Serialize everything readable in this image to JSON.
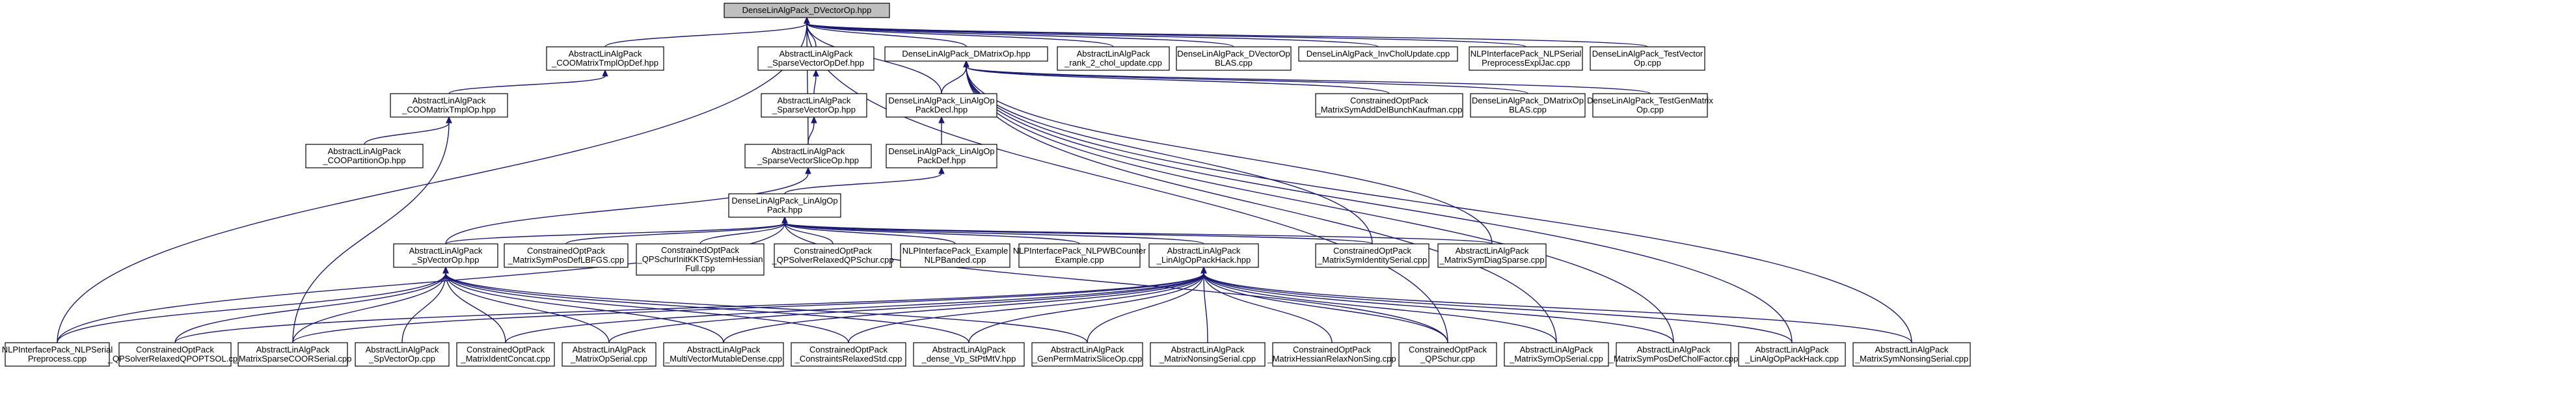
{
  "nodes": {
    "root": [
      "DenseLinAlgPack_DVectorOp.hpp"
    ],
    "coomatrixtmplopdef": [
      "AbstractLinAlgPack",
      "_COOMatrixTmplOpDef.hpp"
    ],
    "sparsevectoropdef": [
      "AbstractLinAlgPack",
      "_SparseVectorOpDef.hpp"
    ],
    "dmatrixop_hpp": [
      "DenseLinAlgPack_DMatrixOp.hpp"
    ],
    "rank2chol": [
      "AbstractLinAlgPack",
      "_rank_2_chol_update.cpp"
    ],
    "dvectorop_blas": [
      "DenseLinAlgPack_DVectorOp",
      "BLAS.cpp"
    ],
    "invcholupdate": [
      "DenseLinAlgPack_InvCholUpdate.cpp"
    ],
    "nlpserial_prep_expl": [
      "NLPInterfacePack_NLPSerial",
      "PreprocessExplJac.cpp"
    ],
    "testvectorop": [
      "DenseLinAlgPack_TestVector",
      "Op.cpp"
    ],
    "coomatrixtmplop": [
      "AbstractLinAlgPack",
      "_COOMatrixTmplOp.hpp"
    ],
    "sparsevectorop": [
      "AbstractLinAlgPack",
      "_SparseVectorOp.hpp"
    ],
    "linalgoppackdecl": [
      "DenseLinAlgPack_LinAlgOp",
      "PackDecl.hpp"
    ],
    "symaddbunchkaufman": [
      "ConstrainedOptPack",
      "_MatrixSymAddDelBunchKaufman.cpp"
    ],
    "dmatrixop_blas": [
      "DenseLinAlgPack_DMatrixOp",
      "BLAS.cpp"
    ],
    "testgenmatrixop": [
      "DenseLinAlgPack_TestGenMatrix",
      "Op.cpp"
    ],
    "coopartitionop": [
      "AbstractLinAlgPack",
      "_COOPartitionOp.hpp"
    ],
    "sparsevectorsliceop": [
      "AbstractLinAlgPack",
      "_SparseVectorSliceOp.hpp"
    ],
    "linalgoppackdef": [
      "DenseLinAlgPack_LinAlgOp",
      "PackDef.hpp"
    ],
    "linalgoppack_hpp": [
      "DenseLinAlgPack_LinAlgOp",
      "Pack.hpp"
    ],
    "spvectorop": [
      "AbstractLinAlgPack",
      "_SpVectorOp.hpp"
    ],
    "possdeflbfgs": [
      "ConstrainedOptPack",
      "_MatrixSymPosDefLBFGS.cpp"
    ],
    "qpschurinitkkt": [
      "ConstrainedOptPack",
      "_QPSchurInitKKTSystemHessian",
      "Full.cpp"
    ],
    "qpsolverrelaxedqpschur": [
      "ConstrainedOptPack",
      "_QPSolverRelaxedQPSchur.cpp"
    ],
    "nlpbanded": [
      "NLPInterfacePack_Example",
      "NLPBanded.cpp"
    ],
    "nlpwbcounter": [
      "NLPInterfacePack_NLPWBCounter",
      "Example.cpp"
    ],
    "linalgoppackhack_hpp": [
      "AbstractLinAlgPack",
      "_LinAlgOpPackHack.hpp"
    ],
    "symidentityserial": [
      "ConstrainedOptPack",
      "_MatrixSymIdentitySerial.cpp"
    ],
    "symdiagsparse": [
      "AbstractLinAlgPack",
      "_MatrixSymDiagSparse.cpp"
    ],
    "nlpserial_prep": [
      "NLPInterfacePack_NLPSerial",
      "Preprocess.cpp"
    ],
    "qpsolverrelaxedqpoptsol": [
      "ConstrainedOptPack",
      "_QPSolverRelaxedQPOPTSOL.cpp"
    ],
    "sparsecoorserial": [
      "AbstractLinAlgPack",
      "_MatrixSparseCOORSerial.cpp"
    ],
    "spvectorop_cpp": [
      "AbstractLinAlgPack",
      "_SpVectorOp.cpp"
    ],
    "matrixidentconcat": [
      "ConstrainedOptPack",
      "_MatrixIdentConcat.cpp"
    ],
    "matrixopserial": [
      "AbstractLinAlgPack",
      "_MatrixOpSerial.cpp"
    ],
    "multivectormutable": [
      "AbstractLinAlgPack",
      "_MultiVectorMutableDense.cpp"
    ],
    "constraintsrelaxedstd": [
      "ConstrainedOptPack",
      "_ConstraintsRelaxedStd.cpp"
    ],
    "densevpstpmv": [
      "AbstractLinAlgPack",
      "_dense_Vp_StPtMtV.hpp"
    ],
    "genpermmatrixslice": [
      "AbstractLinAlgPack",
      "_GenPermMatrixSliceOp.cpp"
    ],
    "matrixnonsingserial": [
      "AbstractLinAlgPack",
      "_MatrixNonsingSerial.cpp"
    ],
    "hessianrelaxnonsing": [
      "ConstrainedOptPack",
      "_MatrixHessianRelaxNonSing.cpp"
    ],
    "qpschur": [
      "ConstrainedOptPack",
      "_QPSchur.cpp"
    ],
    "matrixsymopserial": [
      "AbstractLinAlgPack",
      "_MatrixSymOpSerial.cpp"
    ],
    "symposdefcholfactor": [
      "AbstractLinAlgPack",
      "_MatrixSymPosDefCholFactor.cpp"
    ],
    "linalgoppackhack_cpp": [
      "AbstractLinAlgPack",
      "_LinAlgOpPackHack.cpp"
    ],
    "symnonsingserial": [
      "AbstractLinAlgPack",
      "_MatrixSymNonsingSerial.cpp"
    ]
  },
  "colors": {
    "edge": "#191970",
    "root_fill": "#bfbfbf",
    "node_fill": "#ffffff",
    "node_border": "#000000"
  }
}
